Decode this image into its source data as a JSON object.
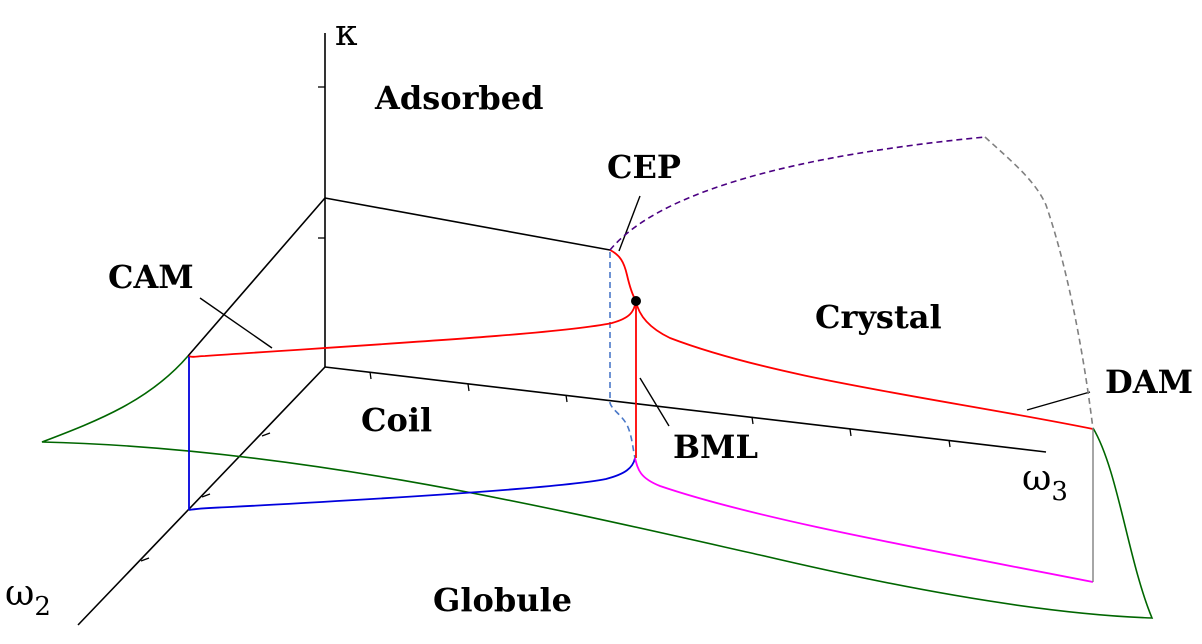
{
  "axes": {
    "kappa": "κ",
    "omega2": "ω",
    "omega2_sub": "2",
    "omega3": "ω",
    "omega3_sub": "3"
  },
  "regions": {
    "adsorbed": "Adsorbed",
    "crystal": "Crystal",
    "coil": "Coil",
    "globule": "Globule"
  },
  "annotations": {
    "cep": "CEP",
    "cam": "CAM",
    "dam": "DAM",
    "bml": "BML"
  },
  "colors": {
    "axis": "#000000",
    "red_line": "#ff0000",
    "blue_line": "#0000dd",
    "magenta_line": "#ff00ff",
    "green_line": "#006600",
    "purple_dashed": "#4b0082",
    "blue_dashed": "#4a78c8",
    "gray_dashed": "#808080",
    "gray_line": "#808080"
  }
}
